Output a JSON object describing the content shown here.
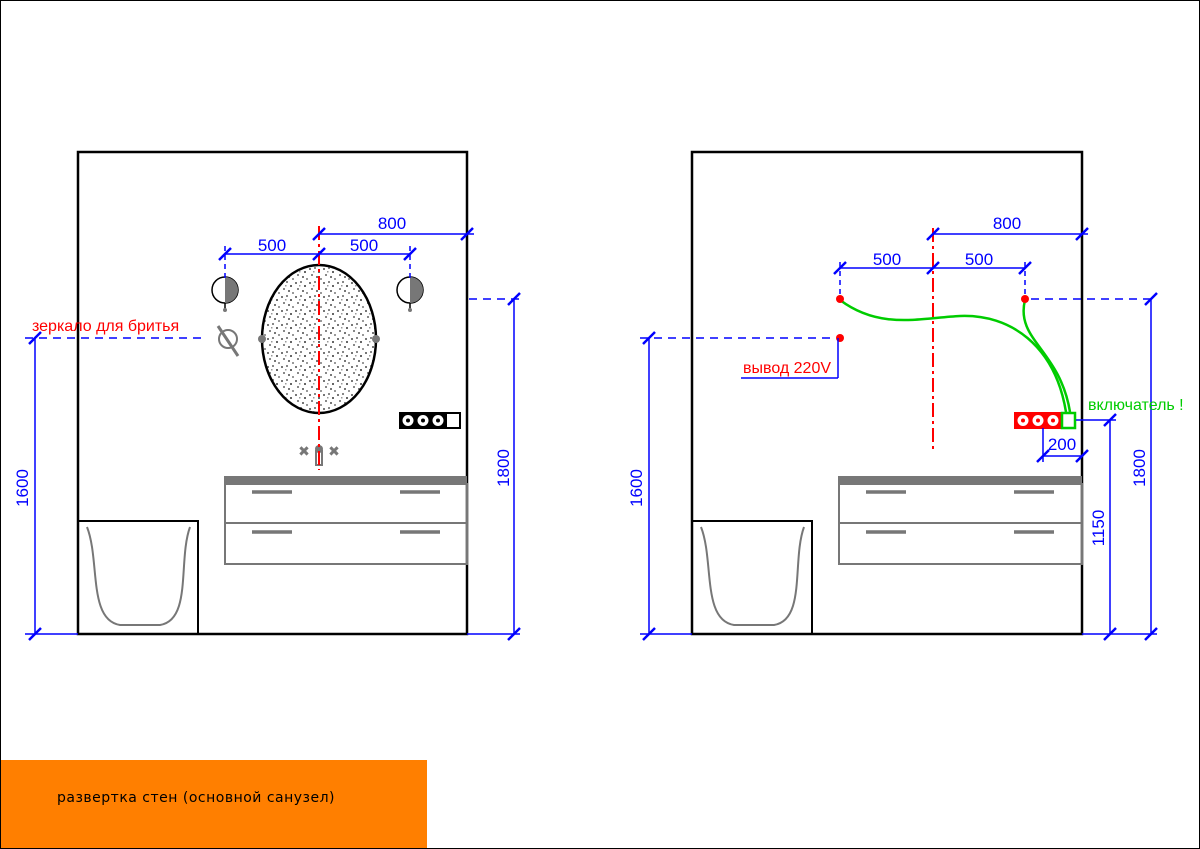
{
  "title_block": {
    "text": "развертка стен (основной санузел)"
  },
  "colors": {
    "dimension": "#0000ff",
    "axis": "#ff0000",
    "wire": "#00cc00",
    "title_block": "#ff7f00"
  },
  "left_elevation": {
    "dims": {
      "left_half": "500",
      "right_half": "500",
      "to_wall": "800",
      "height_mirror": "1600",
      "height_lamps": "1800"
    },
    "label_mirror": "зеркало для бритья"
  },
  "right_elevation": {
    "dims": {
      "left_half": "500",
      "right_half": "500",
      "to_wall": "800",
      "height_outlet": "1600",
      "height_lamps": "1800",
      "height_switch": "1150",
      "switch_offset": "200"
    },
    "label_outlet": "вывод 220V",
    "label_switch": "включатель !"
  }
}
